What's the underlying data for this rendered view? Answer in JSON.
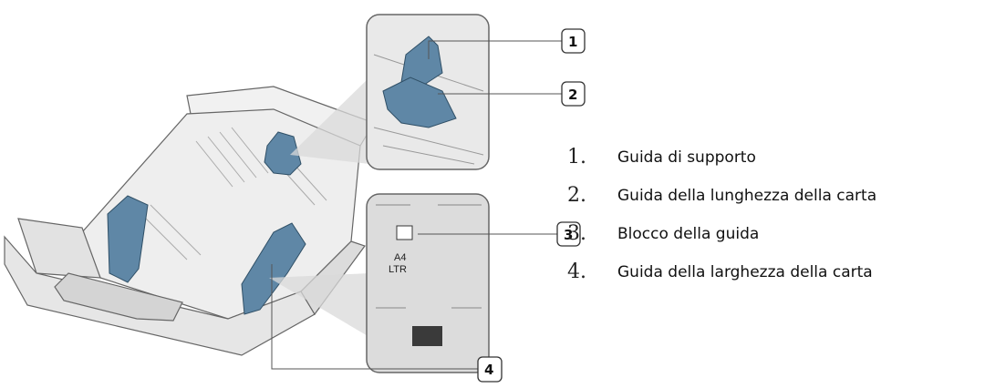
{
  "legend": {
    "items": [
      {
        "number": "1.",
        "label": "Guida di supporto"
      },
      {
        "number": "2.",
        "label": "Guida della lunghezza della carta"
      },
      {
        "number": "3.",
        "label": "Blocco della guida"
      },
      {
        "number": "4.",
        "label": "Guida della larghezza della carta"
      }
    ]
  },
  "callouts": {
    "c1": "1",
    "c2": "2",
    "c3": "3",
    "c4": "4"
  },
  "inset": {
    "paper_size_top": "A4",
    "paper_size_bottom": "LTR"
  },
  "colors": {
    "guide_blue": "#5f87a6",
    "tray_gray": "#e6e6e6",
    "inset_bg": "#dcdcdc",
    "outline": "#555555"
  }
}
